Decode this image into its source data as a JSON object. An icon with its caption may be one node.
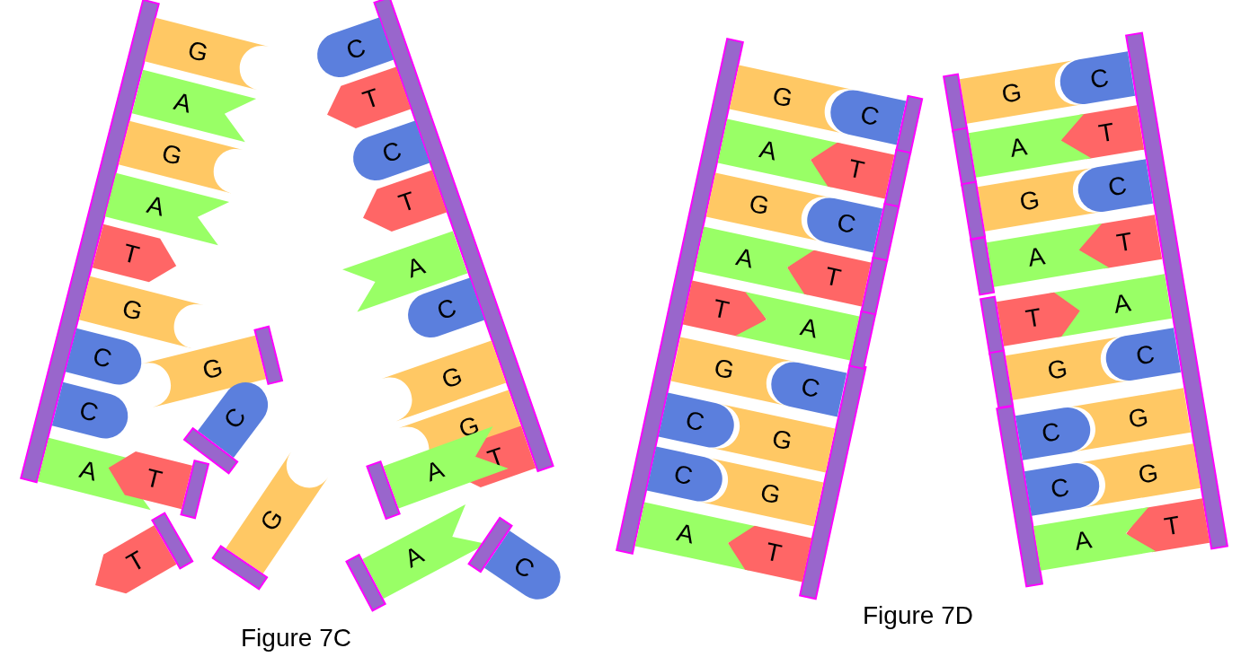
{
  "diagram": {
    "nodes": [
      {
        "text": [
          "G"
        ]
      },
      {
        "text": [
          "A"
        ]
      },
      {
        "text": [
          "G"
        ]
      },
      {
        "text": [
          "A"
        ]
      },
      {
        "text": [
          "T"
        ]
      },
      {
        "text": [
          "G"
        ]
      },
      {
        "text": [
          "C"
        ]
      },
      {
        "text": [
          "C"
        ]
      },
      {
        "text": [
          "A"
        ]
      },
      {
        "text": [
          "C"
        ]
      },
      {
        "text": [
          "T"
        ]
      },
      {
        "text": [
          "C"
        ]
      },
      {
        "text": [
          "T"
        ]
      },
      {
        "text": [
          "A"
        ]
      },
      {
        "text": [
          "C"
        ]
      },
      {
        "text": [
          "G"
        ]
      },
      {
        "text": [
          "G"
        ]
      },
      {
        "text": [
          "T"
        ]
      },
      {
        "text": [
          "G"
        ]
      },
      {
        "text": [
          "C"
        ]
      },
      {
        "text": [
          "A"
        ]
      },
      {
        "text": [
          "T"
        ]
      },
      {
        "text": [
          "G"
        ]
      },
      {
        "text": [
          "A"
        ]
      },
      {
        "text": [
          "T"
        ]
      },
      {
        "text": [
          "C"
        ]
      },
      {
        "text": [
          "G"
        ]
      },
      {
        "text": [
          "A"
        ]
      },
      {
        "text": [
          "G"
        ]
      },
      {
        "text": [
          "A"
        ]
      },
      {
        "text": [
          "T"
        ]
      },
      {
        "text": [
          "G"
        ]
      },
      {
        "text": [
          "C"
        ]
      },
      {
        "text": [
          "C"
        ]
      },
      {
        "text": [
          "A"
        ]
      },
      {
        "text": [
          "C"
        ]
      },
      {
        "text": [
          "T"
        ]
      },
      {
        "text": [
          "C"
        ]
      },
      {
        "text": [
          "T"
        ]
      },
      {
        "text": [
          "A"
        ]
      },
      {
        "text": [
          "C"
        ]
      },
      {
        "text": [
          "G"
        ]
      },
      {
        "text": [
          "G"
        ]
      },
      {
        "text": [
          "T"
        ]
      },
      {
        "text": [
          "C"
        ]
      },
      {
        "text": [
          "T"
        ]
      },
      {
        "text": [
          "C"
        ]
      },
      {
        "text": [
          "T"
        ]
      },
      {
        "text": [
          "A"
        ]
      },
      {
        "text": [
          "C"
        ]
      },
      {
        "text": [
          "G"
        ]
      },
      {
        "text": [
          "G"
        ]
      },
      {
        "text": [
          "T"
        ]
      },
      {
        "text": [
          "G"
        ]
      },
      {
        "text": [
          "A"
        ]
      },
      {
        "text": [
          "G"
        ]
      },
      {
        "text": [
          "A"
        ]
      },
      {
        "text": [
          "T"
        ]
      },
      {
        "text": [
          "G"
        ]
      },
      {
        "text": [
          "C"
        ]
      },
      {
        "text": [
          "C"
        ]
      },
      {
        "text": [
          "A"
        ]
      },
      {
        "text": [],
        "shape": "bar"
      },
      {
        "text": [],
        "shape": "bar"
      },
      {
        "text": [],
        "shape": "bar"
      },
      {
        "text": [],
        "shape": "bar"
      },
      {
        "text": [],
        "shape": "bar"
      },
      {
        "text": [],
        "shape": "bar"
      }
    ],
    "labels": [
      "Figure 7C",
      "Figure 7D"
    ]
  }
}
